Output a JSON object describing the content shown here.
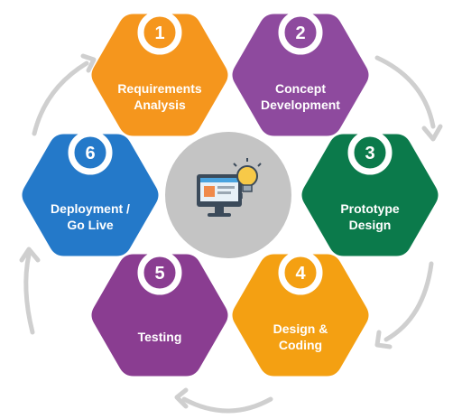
{
  "steps": [
    {
      "number": "1",
      "label_lines": [
        "Requirements",
        "Analysis"
      ],
      "color": "#f5961d",
      "number_color": "#f5961d"
    },
    {
      "number": "2",
      "label_lines": [
        "Concept",
        "Development"
      ],
      "color": "#8e4a9e",
      "number_color": "#8e4a9e"
    },
    {
      "number": "3",
      "label_lines": [
        "Prototype",
        "Design"
      ],
      "color": "#0b7a4b",
      "number_color": "#0b7a4b"
    },
    {
      "number": "4",
      "label_lines": [
        "Design &",
        "Coding"
      ],
      "color": "#f4a012",
      "number_color": "#f4a012"
    },
    {
      "number": "5",
      "label_lines": [
        "Testing"
      ],
      "color": "#8a3d91",
      "number_color": "#8a3d91"
    },
    {
      "number": "6",
      "label_lines": [
        "Deployment /",
        "Go Live"
      ],
      "color": "#2479c9",
      "number_color": "#2479c9"
    }
  ],
  "center": {
    "icon": "computer-lightbulb-icon",
    "circle_color": "#c4c4c4"
  },
  "arrows": {
    "color": "#cfcfcf",
    "icon": "cycle-arrow-icon"
  }
}
